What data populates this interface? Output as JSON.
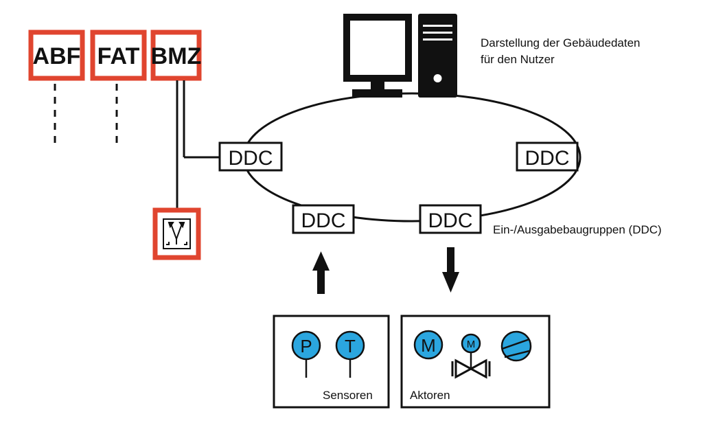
{
  "fire_boxes": [
    {
      "label": "ABF"
    },
    {
      "label": "FAT"
    },
    {
      "label": "BMZ"
    }
  ],
  "computer_caption": [
    "Darstellung der Gebäudedaten",
    "für den Nutzer"
  ],
  "ddc": [
    {
      "label": "DDC"
    },
    {
      "label": "DDC"
    },
    {
      "label": "DDC"
    },
    {
      "label": "DDC"
    }
  ],
  "io_caption": "Ein-/Ausgabebaugruppen (DDC)",
  "sensors": {
    "title": "Sensoren",
    "items": [
      {
        "label": "P"
      },
      {
        "label": "T"
      }
    ]
  },
  "actuators": {
    "title": "Aktoren",
    "motor_label": "M",
    "valve_motor_label": "M"
  },
  "colors": {
    "fire_red": "#e0452f",
    "device_blue": "#2ba6df",
    "line": "#111111"
  }
}
